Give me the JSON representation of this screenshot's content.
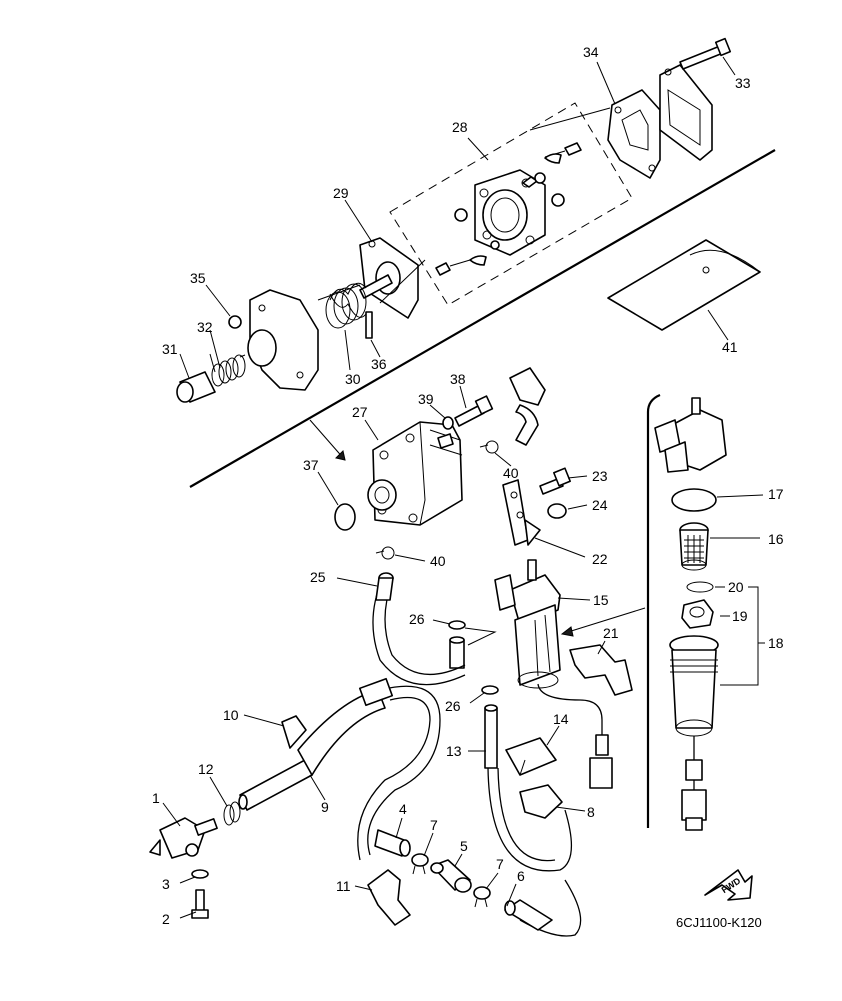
{
  "diagram": {
    "drawing_code": "6CJ1100-K120",
    "fwd_label": "FWD",
    "callouts": [
      {
        "id": "c1",
        "text": "1"
      },
      {
        "id": "c2",
        "text": "2"
      },
      {
        "id": "c3",
        "text": "3"
      },
      {
        "id": "c4",
        "text": "4"
      },
      {
        "id": "c5",
        "text": "5"
      },
      {
        "id": "c6",
        "text": "6"
      },
      {
        "id": "c7a",
        "text": "7"
      },
      {
        "id": "c7b",
        "text": "7"
      },
      {
        "id": "c8",
        "text": "8"
      },
      {
        "id": "c9",
        "text": "9"
      },
      {
        "id": "c10",
        "text": "10"
      },
      {
        "id": "c11",
        "text": "11"
      },
      {
        "id": "c12",
        "text": "12"
      },
      {
        "id": "c13",
        "text": "13"
      },
      {
        "id": "c14",
        "text": "14"
      },
      {
        "id": "c15",
        "text": "15"
      },
      {
        "id": "c16",
        "text": "16"
      },
      {
        "id": "c17",
        "text": "17"
      },
      {
        "id": "c18",
        "text": "18"
      },
      {
        "id": "c19",
        "text": "19"
      },
      {
        "id": "c20",
        "text": "20"
      },
      {
        "id": "c21",
        "text": "21"
      },
      {
        "id": "c22",
        "text": "22"
      },
      {
        "id": "c23",
        "text": "23"
      },
      {
        "id": "c24",
        "text": "24"
      },
      {
        "id": "c25",
        "text": "25"
      },
      {
        "id": "c26a",
        "text": "26"
      },
      {
        "id": "c26b",
        "text": "26"
      },
      {
        "id": "c27",
        "text": "27"
      },
      {
        "id": "c28",
        "text": "28"
      },
      {
        "id": "c29",
        "text": "29"
      },
      {
        "id": "c30",
        "text": "30"
      },
      {
        "id": "c31",
        "text": "31"
      },
      {
        "id": "c32",
        "text": "32"
      },
      {
        "id": "c33",
        "text": "33"
      },
      {
        "id": "c34",
        "text": "34"
      },
      {
        "id": "c35",
        "text": "35"
      },
      {
        "id": "c36",
        "text": "36"
      },
      {
        "id": "c37",
        "text": "37"
      },
      {
        "id": "c38",
        "text": "38"
      },
      {
        "id": "c39",
        "text": "39"
      },
      {
        "id": "c40a",
        "text": "40"
      },
      {
        "id": "c40b",
        "text": "40"
      },
      {
        "id": "c41",
        "text": "41"
      }
    ]
  }
}
